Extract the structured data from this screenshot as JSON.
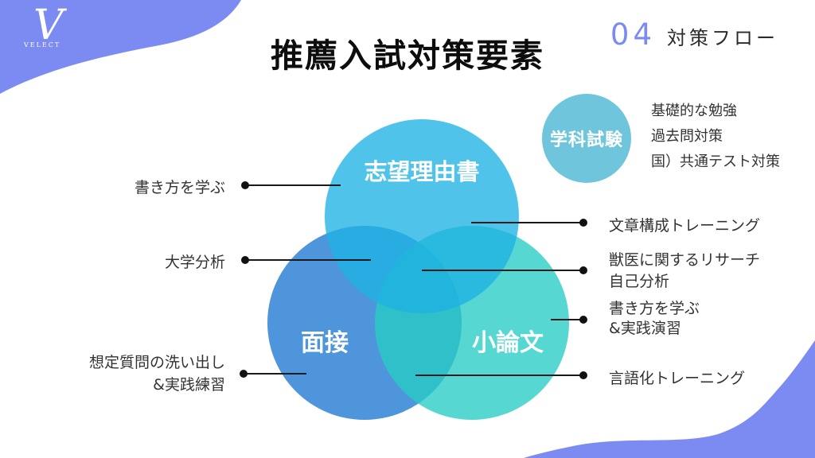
{
  "brand": {
    "logo_letter": "V",
    "logo_text": "VELECT"
  },
  "header": {
    "title": "推薦入試対策要素",
    "section_number": "04",
    "section_label": "対策フロー"
  },
  "venn": {
    "circles": [
      {
        "id": "shibou",
        "label": "志望理由書",
        "color": "#4FC4E9"
      },
      {
        "id": "mensetsu",
        "label": "面接",
        "color": "#4E95DC"
      },
      {
        "id": "shouronbun",
        "label": "小論文",
        "color": "#57D7D2"
      }
    ]
  },
  "subject_exam": {
    "label": "学科試験",
    "color": "#6FC5DC",
    "items": [
      "基礎的な勉強",
      "過去問対策",
      "国）共通テスト対策"
    ]
  },
  "annotations": {
    "left": [
      {
        "lines": [
          "書き方を学ぶ"
        ]
      },
      {
        "lines": [
          "大学分析"
        ]
      },
      {
        "lines": [
          "想定質問の洗い出し",
          "&実践練習"
        ]
      }
    ],
    "right": [
      {
        "lines": [
          "文章構成トレーニング"
        ]
      },
      {
        "lines": [
          "獣医に関するリサーチ",
          "自己分析"
        ]
      },
      {
        "lines": [
          "書き方を学ぶ",
          "&実践演習"
        ]
      },
      {
        "lines": [
          "言語化トレーニング"
        ]
      }
    ]
  },
  "colors": {
    "accent_periwinkle": "#7B8BF2",
    "connector": "#1b1b1b",
    "text_dark": "#333333",
    "title_text": "#0d0d0d"
  }
}
